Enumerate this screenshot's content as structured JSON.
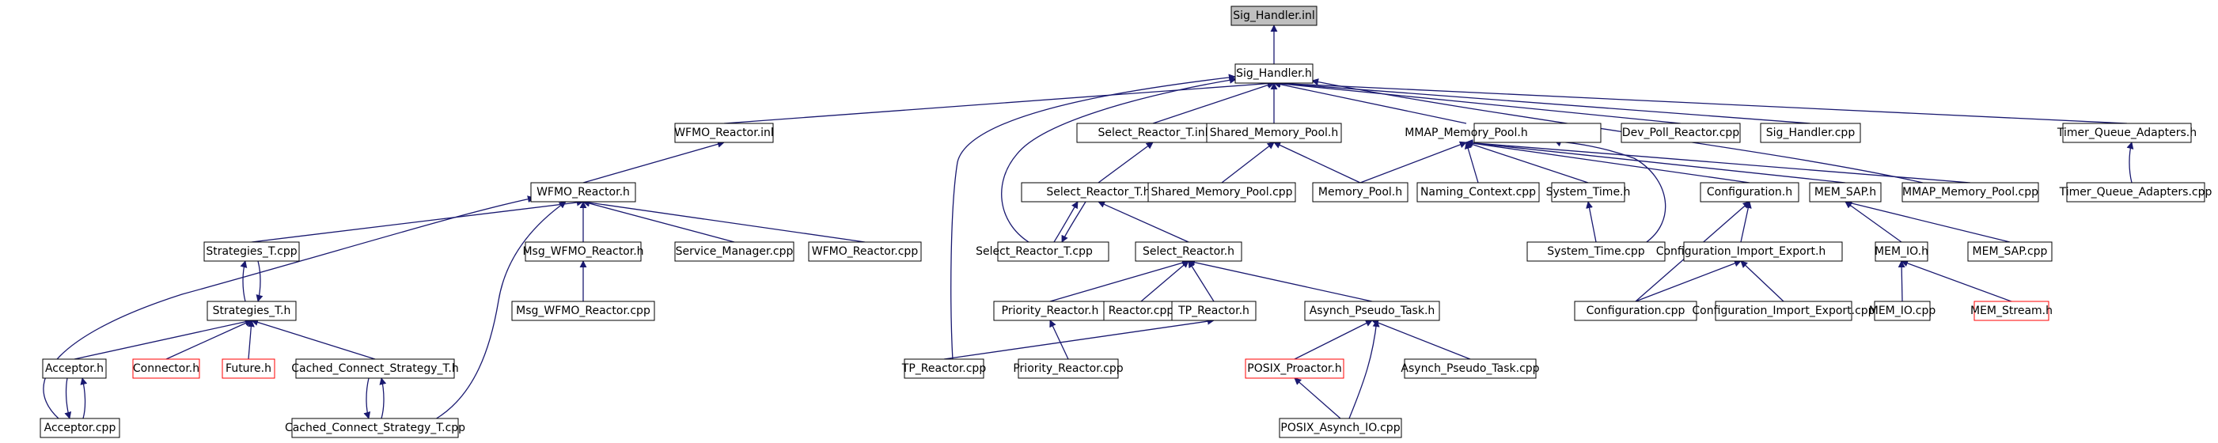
{
  "graph": {
    "edge_color": "#191970",
    "missing_border_color": "#ff0000",
    "root_fill_color": "#bfbfbf",
    "nodes": [
      {
        "id": "sig_handler_inl",
        "label": "Sig_Handler.inl",
        "root": true
      },
      {
        "id": "sig_handler_h",
        "label": "Sig_Handler.h"
      },
      {
        "id": "wfmo_reactor_inl",
        "label": "WFMO_Reactor.inl"
      },
      {
        "id": "select_reactor_t_inl",
        "label": "Select_Reactor_T.inl"
      },
      {
        "id": "shared_memory_pool_h",
        "label": "Shared_Memory_Pool.h"
      },
      {
        "id": "mmap_memory_pool_h",
        "label": "MMAP_Memory_Pool.h"
      },
      {
        "id": "dev_poll_reactor_cpp",
        "label": "Dev_Poll_Reactor.cpp"
      },
      {
        "id": "sig_handler_cpp",
        "label": "Sig_Handler.cpp"
      },
      {
        "id": "timer_queue_adapters_h",
        "label": "Timer_Queue_Adapters.h"
      },
      {
        "id": "wfmo_reactor_h",
        "label": "WFMO_Reactor.h"
      },
      {
        "id": "select_reactor_t_h",
        "label": "Select_Reactor_T.h"
      },
      {
        "id": "shared_memory_pool_cpp",
        "label": "Shared_Memory_Pool.cpp"
      },
      {
        "id": "memory_pool_h",
        "label": "Memory_Pool.h"
      },
      {
        "id": "naming_context_cpp",
        "label": "Naming_Context.cpp"
      },
      {
        "id": "system_time_h",
        "label": "System_Time.h"
      },
      {
        "id": "configuration_h",
        "label": "Configuration.h"
      },
      {
        "id": "mem_sap_h",
        "label": "MEM_SAP.h"
      },
      {
        "id": "mmap_memory_pool_cpp",
        "label": "MMAP_Memory_Pool.cpp"
      },
      {
        "id": "timer_queue_adapters_cpp",
        "label": "Timer_Queue_Adapters.cpp"
      },
      {
        "id": "strategies_t_cpp",
        "label": "Strategies_T.cpp"
      },
      {
        "id": "msg_wfmo_reactor_h",
        "label": "Msg_WFMO_Reactor.h"
      },
      {
        "id": "service_manager_cpp",
        "label": "Service_Manager.cpp"
      },
      {
        "id": "wfmo_reactor_cpp",
        "label": "WFMO_Reactor.cpp"
      },
      {
        "id": "select_reactor_t_cpp",
        "label": "Select_Reactor_T.cpp"
      },
      {
        "id": "select_reactor_h",
        "label": "Select_Reactor.h"
      },
      {
        "id": "system_time_cpp",
        "label": "System_Time.cpp"
      },
      {
        "id": "configuration_import_export_h",
        "label": "Configuration_Import_Export.h"
      },
      {
        "id": "mem_io_h",
        "label": "MEM_IO.h"
      },
      {
        "id": "mem_sap_cpp",
        "label": "MEM_SAP.cpp"
      },
      {
        "id": "strategies_t_h",
        "label": "Strategies_T.h"
      },
      {
        "id": "msg_wfmo_reactor_cpp",
        "label": "Msg_WFMO_Reactor.cpp"
      },
      {
        "id": "priority_reactor_h",
        "label": "Priority_Reactor.h"
      },
      {
        "id": "reactor_cpp",
        "label": "Reactor.cpp"
      },
      {
        "id": "tp_reactor_h",
        "label": "TP_Reactor.h"
      },
      {
        "id": "asynch_pseudo_task_h",
        "label": "Asynch_Pseudo_Task.h"
      },
      {
        "id": "configuration_cpp",
        "label": "Configuration.cpp"
      },
      {
        "id": "configuration_import_export_cpp",
        "label": "Configuration_Import_Export.cpp"
      },
      {
        "id": "mem_io_cpp",
        "label": "MEM_IO.cpp"
      },
      {
        "id": "mem_stream_h",
        "label": "MEM_Stream.h",
        "missing": true
      },
      {
        "id": "acceptor_h",
        "label": "Acceptor.h"
      },
      {
        "id": "connector_h",
        "label": "Connector.h",
        "missing": true
      },
      {
        "id": "future_h",
        "label": "Future.h",
        "missing": true
      },
      {
        "id": "cached_connect_strategy_t_h",
        "label": "Cached_Connect_Strategy_T.h"
      },
      {
        "id": "tp_reactor_cpp",
        "label": "TP_Reactor.cpp"
      },
      {
        "id": "priority_reactor_cpp",
        "label": "Priority_Reactor.cpp"
      },
      {
        "id": "posix_proactor_h",
        "label": "POSIX_Proactor.h",
        "missing": true
      },
      {
        "id": "asynch_pseudo_task_cpp",
        "label": "Asynch_Pseudo_Task.cpp"
      },
      {
        "id": "acceptor_cpp",
        "label": "Acceptor.cpp"
      },
      {
        "id": "cached_connect_strategy_t_cpp",
        "label": "Cached_Connect_Strategy_T.cpp"
      },
      {
        "id": "posix_asynch_io_cpp",
        "label": "POSIX_Asynch_IO.cpp"
      }
    ],
    "edges": [
      [
        "sig_handler_h",
        "sig_handler_inl"
      ],
      [
        "wfmo_reactor_inl",
        "sig_handler_h"
      ],
      [
        "select_reactor_t_inl",
        "sig_handler_h"
      ],
      [
        "shared_memory_pool_h",
        "sig_handler_h"
      ],
      [
        "mmap_memory_pool_h",
        "sig_handler_h"
      ],
      [
        "dev_poll_reactor_cpp",
        "sig_handler_h"
      ],
      [
        "sig_handler_cpp",
        "sig_handler_h"
      ],
      [
        "timer_queue_adapters_h",
        "sig_handler_h"
      ],
      [
        "tp_reactor_cpp",
        "sig_handler_h"
      ],
      [
        "select_reactor_t_cpp",
        "sig_handler_h"
      ],
      [
        "mmap_memory_pool_cpp",
        "sig_handler_h"
      ],
      [
        "wfmo_reactor_h",
        "wfmo_reactor_inl"
      ],
      [
        "select_reactor_t_h",
        "select_reactor_t_inl"
      ],
      [
        "shared_memory_pool_cpp",
        "shared_memory_pool_h"
      ],
      [
        "memory_pool_h",
        "shared_memory_pool_h"
      ],
      [
        "memory_pool_h",
        "mmap_memory_pool_h"
      ],
      [
        "naming_context_cpp",
        "mmap_memory_pool_h"
      ],
      [
        "system_time_h",
        "mmap_memory_pool_h"
      ],
      [
        "configuration_h",
        "mmap_memory_pool_h"
      ],
      [
        "mem_sap_h",
        "mmap_memory_pool_h"
      ],
      [
        "mmap_memory_pool_cpp",
        "mmap_memory_pool_h"
      ],
      [
        "system_time_cpp",
        "mmap_memory_pool_h"
      ],
      [
        "timer_queue_adapters_cpp",
        "timer_queue_adapters_h"
      ],
      [
        "strategies_t_cpp",
        "wfmo_reactor_h"
      ],
      [
        "msg_wfmo_reactor_h",
        "wfmo_reactor_h"
      ],
      [
        "service_manager_cpp",
        "wfmo_reactor_h"
      ],
      [
        "wfmo_reactor_cpp",
        "wfmo_reactor_h"
      ],
      [
        "acceptor_cpp",
        "wfmo_reactor_h"
      ],
      [
        "cached_connect_strategy_t_cpp",
        "wfmo_reactor_h"
      ],
      [
        "select_reactor_t_cpp",
        "select_reactor_t_h"
      ],
      [
        "select_reactor_h",
        "select_reactor_t_h"
      ],
      [
        "system_time_cpp",
        "system_time_h"
      ],
      [
        "configuration_cpp",
        "configuration_h"
      ],
      [
        "configuration_import_export_h",
        "configuration_h"
      ],
      [
        "mem_io_h",
        "mem_sap_h"
      ],
      [
        "mem_sap_cpp",
        "mem_sap_h"
      ],
      [
        "strategies_t_h",
        "strategies_t_cpp"
      ],
      [
        "msg_wfmo_reactor_cpp",
        "msg_wfmo_reactor_h"
      ],
      [
        "select_reactor_t_h",
        "select_reactor_t_cpp"
      ],
      [
        "priority_reactor_h",
        "select_reactor_h"
      ],
      [
        "reactor_cpp",
        "select_reactor_h"
      ],
      [
        "tp_reactor_h",
        "select_reactor_h"
      ],
      [
        "asynch_pseudo_task_h",
        "select_reactor_h"
      ],
      [
        "configuration_cpp",
        "configuration_import_export_h"
      ],
      [
        "configuration_import_export_cpp",
        "configuration_import_export_h"
      ],
      [
        "mem_io_cpp",
        "mem_io_h"
      ],
      [
        "mem_stream_h",
        "mem_io_h"
      ],
      [
        "strategies_t_cpp",
        "strategies_t_h"
      ],
      [
        "acceptor_h",
        "strategies_t_h"
      ],
      [
        "connector_h",
        "strategies_t_h"
      ],
      [
        "future_h",
        "strategies_t_h"
      ],
      [
        "cached_connect_strategy_t_h",
        "strategies_t_h"
      ],
      [
        "priority_reactor_cpp",
        "priority_reactor_h"
      ],
      [
        "tp_reactor_cpp",
        "tp_reactor_h"
      ],
      [
        "posix_proactor_h",
        "asynch_pseudo_task_h"
      ],
      [
        "asynch_pseudo_task_cpp",
        "asynch_pseudo_task_h"
      ],
      [
        "posix_asynch_io_cpp",
        "asynch_pseudo_task_h"
      ],
      [
        "acceptor_cpp",
        "acceptor_h"
      ],
      [
        "acceptor_h",
        "acceptor_cpp"
      ],
      [
        "cached_connect_strategy_t_cpp",
        "cached_connect_strategy_t_h"
      ],
      [
        "cached_connect_strategy_t_h",
        "cached_connect_strategy_t_cpp"
      ],
      [
        "posix_asynch_io_cpp",
        "posix_proactor_h"
      ]
    ]
  }
}
